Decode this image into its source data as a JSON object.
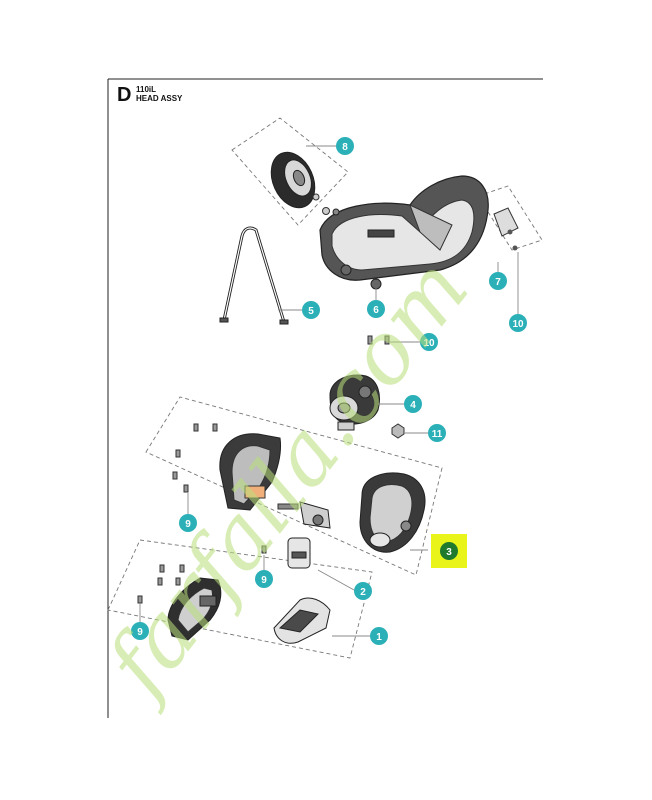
{
  "section": {
    "letter": "D",
    "model": "110iL",
    "title": "HEAD ASSY"
  },
  "colors": {
    "callout": "#2bb0b8",
    "highlight": "#e9f51a",
    "highlight_callout": "#1f7a2e",
    "watermark": "#b9e07a"
  },
  "callouts": [
    {
      "id": "8",
      "label": "8"
    },
    {
      "id": "5",
      "label": "5"
    },
    {
      "id": "6",
      "label": "6"
    },
    {
      "id": "7",
      "label": "7"
    },
    {
      "id": "10a",
      "label": "10"
    },
    {
      "id": "10b",
      "label": "10"
    },
    {
      "id": "4",
      "label": "4"
    },
    {
      "id": "11",
      "label": "11"
    },
    {
      "id": "9a",
      "label": "9"
    },
    {
      "id": "9b",
      "label": "9"
    },
    {
      "id": "9c",
      "label": "9"
    },
    {
      "id": "3",
      "label": "3",
      "highlighted": true
    },
    {
      "id": "2",
      "label": "2"
    },
    {
      "id": "1",
      "label": "1"
    }
  ],
  "watermark": {
    "text": "farfalla.com"
  }
}
